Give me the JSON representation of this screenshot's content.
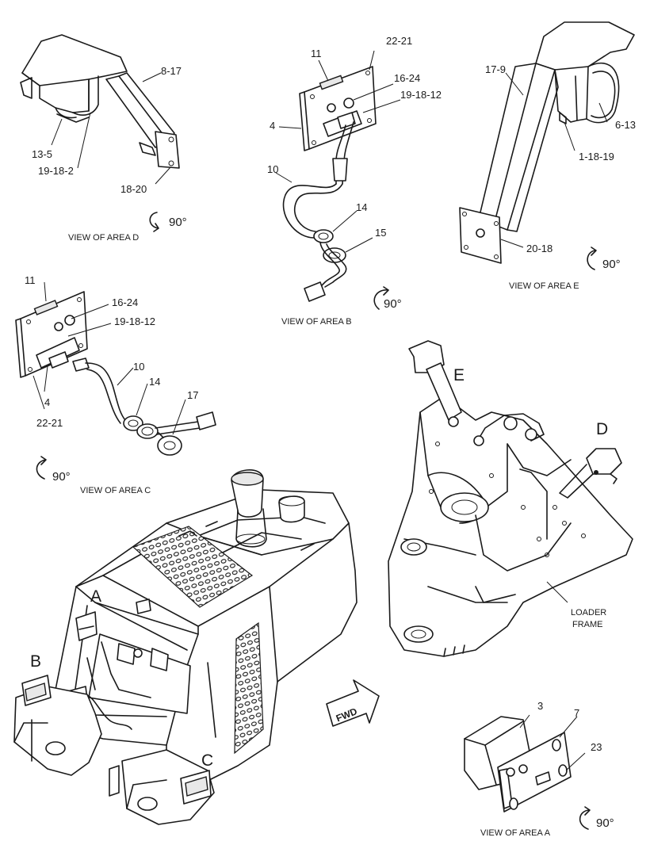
{
  "callouts": {
    "d_8_17": "8-17",
    "d_13_5": "13-5",
    "d_19_18_2": "19-18-2",
    "d_18_20": "18-20",
    "b_11": "11",
    "b_22_21": "22-21",
    "b_16_24": "16-24",
    "b_19_18_12": "19-18-12",
    "b_4": "4",
    "b_10": "10",
    "b_14": "14",
    "b_15": "15",
    "e_17_9": "17-9",
    "e_6_13": "6-13",
    "e_1_18_19": "1-18-19",
    "e_20_18": "20-18",
    "c_11": "11",
    "c_16_24": "16-24",
    "c_19_18_12": "19-18-12",
    "c_10": "10",
    "c_14": "14",
    "c_17": "17",
    "c_4": "4",
    "c_22_21": "22-21",
    "a_3": "3",
    "a_7": "7",
    "a_23": "23"
  },
  "view_labels": {
    "area_d": "VIEW OF AREA D",
    "area_b": "VIEW OF AREA B",
    "area_e": "VIEW OF AREA E",
    "area_c": "VIEW OF AREA C",
    "area_a": "VIEW OF AREA A"
  },
  "rotation_label": "90°",
  "area_letters": {
    "a": "A",
    "b": "B",
    "c": "C",
    "d": "D",
    "e": "E"
  },
  "loader_frame": {
    "line1": "LOADER",
    "line2": "FRAME"
  },
  "fwd_arrow": "FWD",
  "icons": {
    "rotate": "rotate-90-arrow-icon",
    "forward": "fwd-arrow-icon"
  }
}
